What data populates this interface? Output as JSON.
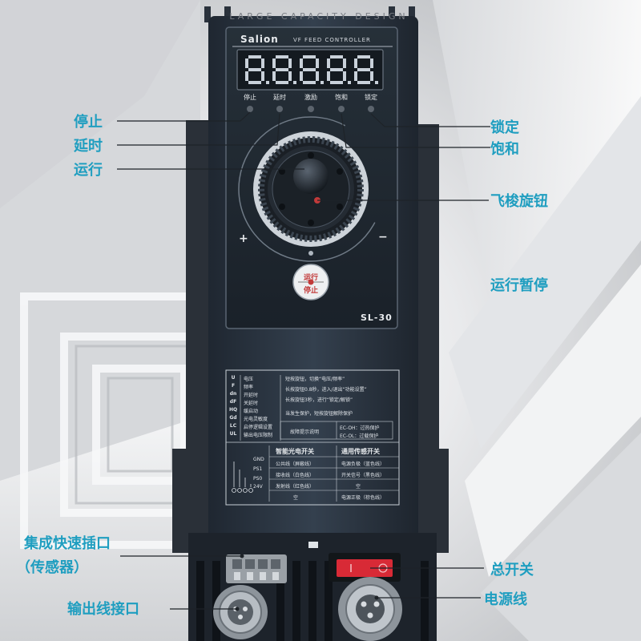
{
  "device": {
    "headline": "LARGE CAPACITY DESIGN",
    "brand": "Salion",
    "subtitle": "VF FEED CONTROLLER",
    "model": "SL-30",
    "display_digits": "88888",
    "indicators": [
      "停止",
      "延时",
      "激励",
      "饱和",
      "锁定"
    ],
    "knob_plus": "+",
    "knob_minus": "−",
    "run_button": [
      "运行",
      "停止"
    ]
  },
  "callouts": {
    "stop": "停止",
    "delay": "延时",
    "run": "运行",
    "lock": "锁定",
    "saturation": "饱和",
    "knob": "飞梭旋钮",
    "run_pause": "运行暂停",
    "quick_plug_line1": "集成快速插口",
    "quick_plug_line2": "（传感器）",
    "output_port": "输出线接口",
    "main_switch": "总开关",
    "power_line": "电源线"
  },
  "label_table": {
    "codes": [
      {
        "code": "U",
        "desc": "电压"
      },
      {
        "code": "F",
        "desc": "频率"
      },
      {
        "code": "dn",
        "desc": "开延时"
      },
      {
        "code": "dF",
        "desc": "关延时"
      },
      {
        "code": "HQ",
        "desc": "缓启动"
      },
      {
        "code": "Gd",
        "desc": "光电灵敏度"
      },
      {
        "code": "LC",
        "desc": "启停逻辑设置"
      },
      {
        "code": "UL",
        "desc": "输出电压限制"
      }
    ],
    "notes": [
      "短按旋钮，切换“电压/频率”",
      "长按旋钮0.8秒，进入/退出“功能设置”",
      "长按旋钮3秒，进行“锁定/解锁”",
      "当发生保护，短按旋钮解除保护"
    ],
    "fault_title": "故障提示说明",
    "faults": [
      "EC-OH：过热保护",
      "EC-OL：过载保护"
    ],
    "sensor_head_left": "智能光电开关",
    "sensor_head_right": "通用传感开关",
    "pins": [
      "GND",
      "PS1",
      "PS0",
      "24V"
    ],
    "sensor_rows": [
      {
        "left": "公共线（屏蔽线）",
        "right": "电源负极（蓝色线）"
      },
      {
        "left": "接收线（白色线）",
        "right": "开关信号（黑色线）"
      },
      {
        "left": "发射线（红色线）",
        "right": "空"
      },
      {
        "left": "空",
        "right": "电源正极（棕色线）"
      }
    ]
  },
  "colors": {
    "callout": "#1f9ec0",
    "housing": "#2b3440",
    "panel": "#1d242e",
    "digit_off": "#c9d1da",
    "led": "#c23a3a",
    "switch": "#d82a36"
  }
}
